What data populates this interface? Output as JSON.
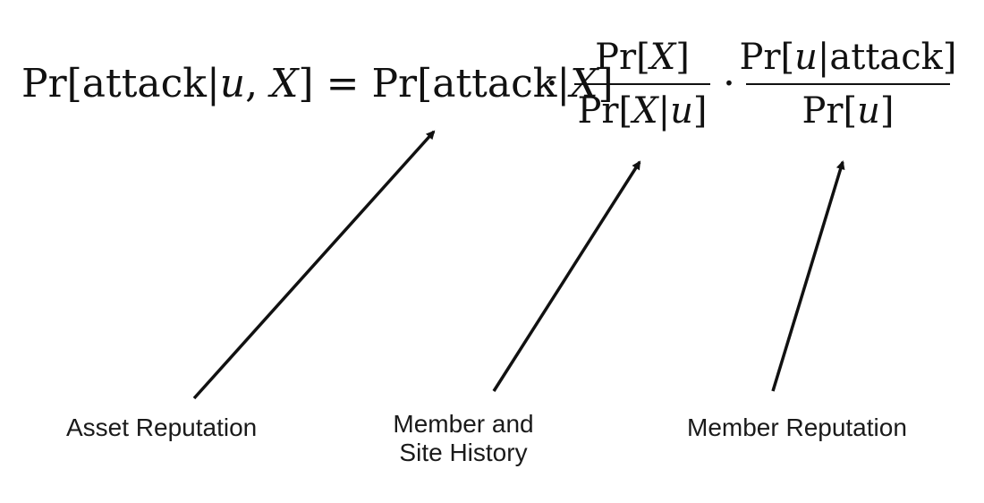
{
  "equation": {
    "lhs": {
      "pr1": "Pr[attack|",
      "var_u": "u",
      "comma": ", ",
      "var_x": "X",
      "close": "]",
      "equals": " = ",
      "pr2": "Pr[attack|",
      "var_x2": "X",
      "close2": "]"
    },
    "dot": "·",
    "fraction1": {
      "num_pre": "Pr[",
      "num_var": "X",
      "num_post": "]",
      "den_pre": "Pr[",
      "den_var1": "X",
      "den_mid": "|",
      "den_var2": "u",
      "den_post": "]"
    },
    "fraction2": {
      "num_pre": "Pr[",
      "num_var": "u",
      "num_post": "|attack]",
      "den_pre": "Pr[",
      "den_var": "u",
      "den_post": "]"
    }
  },
  "labels": {
    "asset_reputation": "Asset Reputation",
    "member_site_history_line1": "Member and",
    "member_site_history_line2": "Site History",
    "member_reputation": "Member Reputation"
  },
  "colors": {
    "ink": "#111111",
    "background": "#ffffff"
  }
}
